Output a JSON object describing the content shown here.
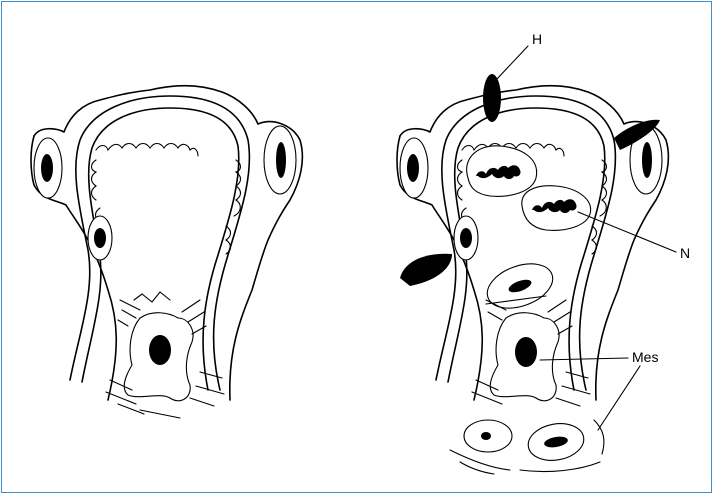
{
  "figure": {
    "labels": {
      "h": "H",
      "n": "N",
      "mes": "Mes"
    },
    "colors": {
      "border": "#3d8fd0",
      "ink": "#000000",
      "background": "#ffffff"
    }
  }
}
